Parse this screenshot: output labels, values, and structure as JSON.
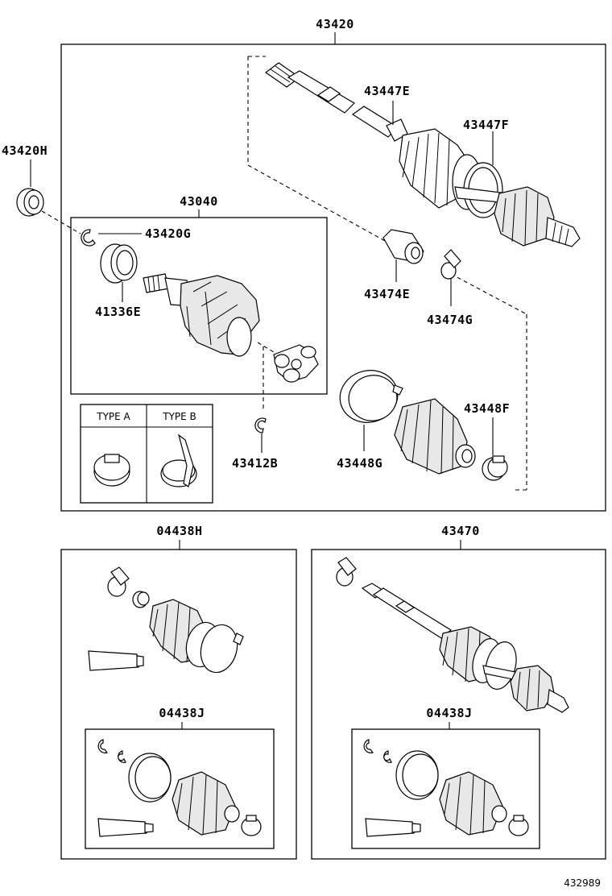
{
  "labels": {
    "assembly_main": "43420",
    "oil_seal": "43420H",
    "inner_joint_assy": "43040",
    "snap_ring_g": "43420G",
    "boot_band": "41336E",
    "shaft_boot_e": "43447E",
    "shaft_boot_f": "43447F",
    "damper": "43474E",
    "clamp_g": "43474G",
    "hole_snap_ring": "43412B",
    "outer_boot_g": "43448G",
    "outer_band_f": "43448F",
    "boot_kit_h": "04438H",
    "outer_shaft_assy": "43470",
    "boot_kit_j_left": "04438J",
    "boot_kit_j_right": "04438J",
    "diagram_code": "432989"
  },
  "type_table": {
    "type_a": "TYPE A",
    "type_b": "TYPE B"
  }
}
